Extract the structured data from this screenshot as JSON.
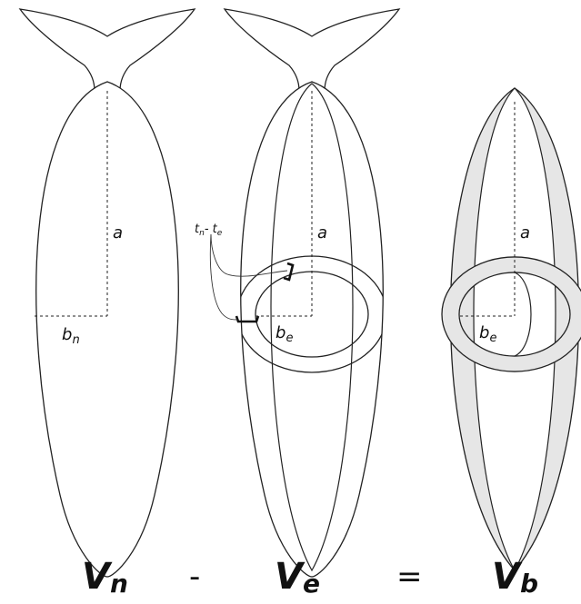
{
  "labels": {
    "a": "a",
    "b_n": "b",
    "b_n_sub": "n",
    "b_e": "b",
    "b_e_sub": "e",
    "thickness_t": "t",
    "thickness_n": "n",
    "thickness_dash": "- ",
    "thickness_e": "e"
  },
  "equation": {
    "v1_main": "V",
    "v1_sub": "n",
    "minus": "-",
    "v2_main": "V",
    "v2_sub": "e",
    "equals": "=",
    "v3_main": "V",
    "v3_sub": "b"
  },
  "colors": {
    "stroke": "#222222",
    "fill_shaded": "#e6e6e6",
    "background": "#ffffff"
  }
}
